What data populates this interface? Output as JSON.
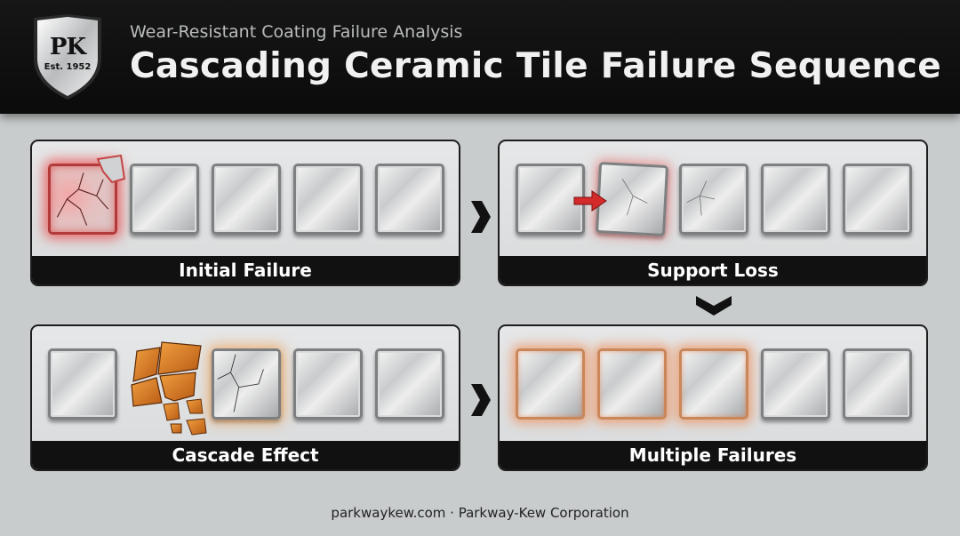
{
  "header": {
    "logo": {
      "text": "PK",
      "est": "Est. 1952"
    },
    "subtitle": "Wear-Resistant Coating Failure Analysis",
    "title": "Cascading Ceramic Tile Failure Sequence"
  },
  "panels": [
    {
      "label": "Initial Failure"
    },
    {
      "label": "Support Loss"
    },
    {
      "label": "Cascade Effect"
    },
    {
      "label": "Multiple Failures"
    }
  ],
  "footer": {
    "text": "parkwaykew.com · Parkway-Kew Corporation"
  },
  "colors": {
    "header_bg": "#111111",
    "page_bg": "#c9cccd",
    "failure_red": "#e23c3c",
    "cascade_orange": "#d8741e",
    "label_bg": "#111111"
  }
}
